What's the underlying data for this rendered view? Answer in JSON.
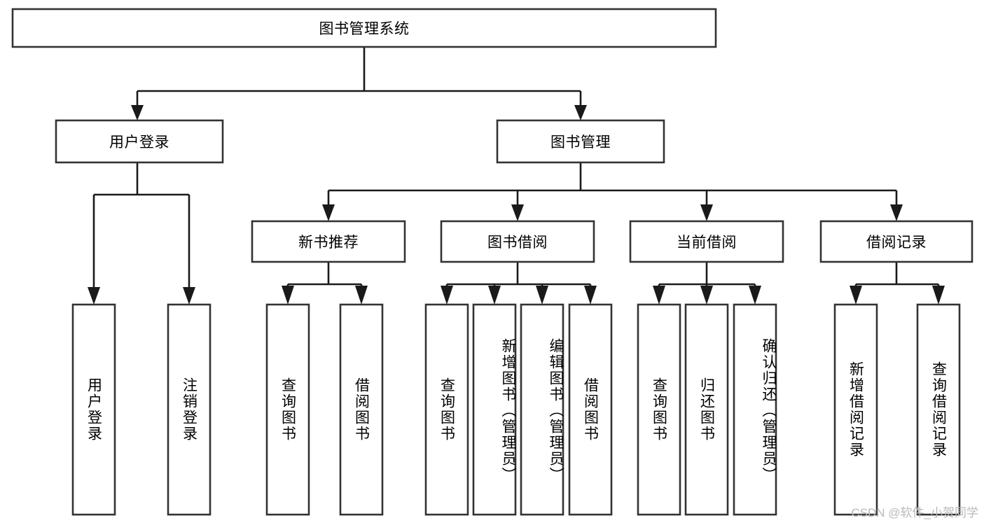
{
  "diagram": {
    "type": "tree",
    "title": "图书管理系统",
    "root": {
      "id": "root",
      "label": "图书管理系统"
    },
    "level2": [
      {
        "id": "user-login",
        "label": "用户登录"
      },
      {
        "id": "book-manage",
        "label": "图书管理"
      }
    ],
    "level3": [
      {
        "id": "new-book-recommend",
        "label": "新书推荐",
        "parent": "book-manage"
      },
      {
        "id": "book-borrow",
        "label": "图书借阅",
        "parent": "book-manage"
      },
      {
        "id": "current-borrow",
        "label": "当前借阅",
        "parent": "book-manage"
      },
      {
        "id": "borrow-record",
        "label": "借阅记录",
        "parent": "book-manage"
      }
    ],
    "leaves": {
      "user-login": [
        {
          "id": "leaf-user-login",
          "label": "用户登录"
        },
        {
          "id": "leaf-user-logout",
          "label": "注销登录"
        }
      ],
      "new-book-recommend": [
        {
          "id": "leaf-query-book-1",
          "label": "查询图书"
        },
        {
          "id": "leaf-borrow-book-1",
          "label": "借阅图书"
        }
      ],
      "book-borrow": [
        {
          "id": "leaf-query-book-2",
          "label": "查询图书"
        },
        {
          "id": "leaf-add-book",
          "label": "新增图书（管理员）"
        },
        {
          "id": "leaf-edit-book",
          "label": "编辑图书（管理员）"
        },
        {
          "id": "leaf-borrow-book-2",
          "label": "借阅图书"
        }
      ],
      "current-borrow": [
        {
          "id": "leaf-query-book-3",
          "label": "查询图书"
        },
        {
          "id": "leaf-return-book",
          "label": "归还图书"
        },
        {
          "id": "leaf-confirm-return",
          "label": "确认归还（管理员）"
        }
      ],
      "borrow-record": [
        {
          "id": "leaf-add-record",
          "label": "新增借阅记录"
        },
        {
          "id": "leaf-query-record",
          "label": "查询借阅记录"
        }
      ]
    }
  },
  "watermark": {
    "text": "CSDN @软件_小贺同学"
  },
  "colors": {
    "box_stroke": "#333333",
    "connector": "#1a1a1a",
    "background": "#ffffff",
    "text": "#000000",
    "watermark": "#b9b9b9"
  }
}
